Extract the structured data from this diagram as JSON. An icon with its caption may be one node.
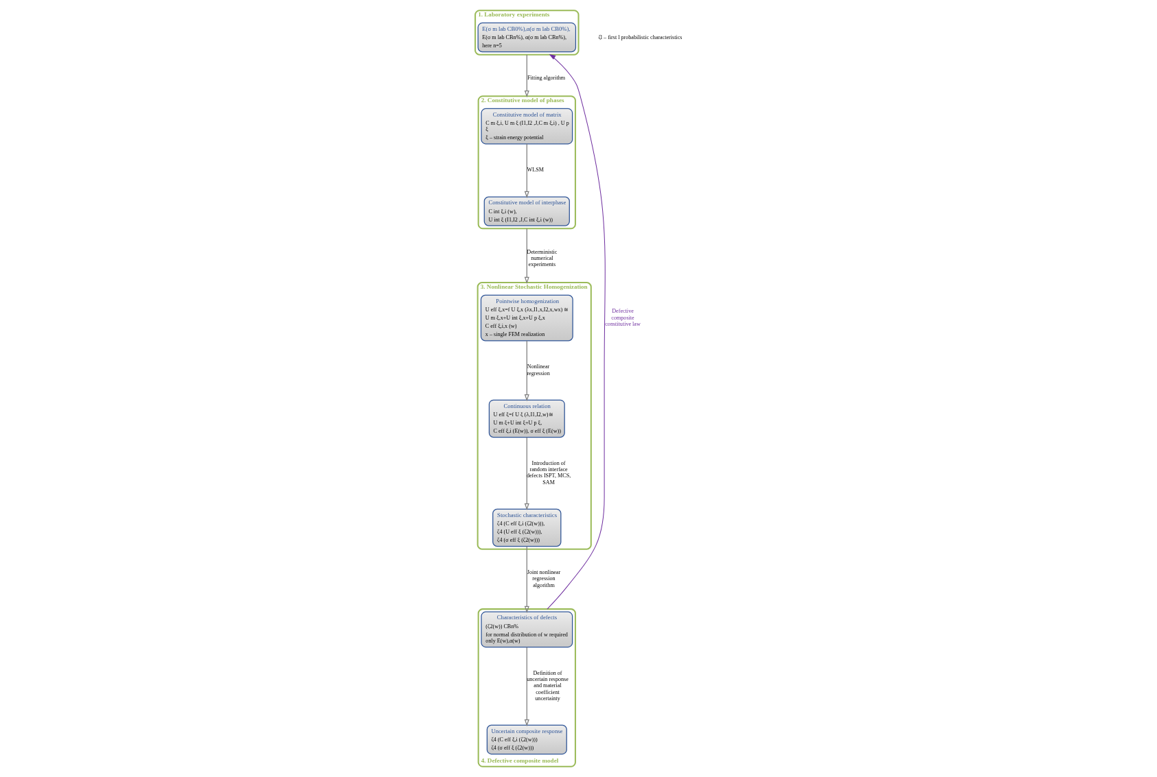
{
  "diagram": {
    "nodes": [
      {
        "text": [
          "1. Laboratory experiments"
        ]
      },
      {
        "text": [
          "E(σ m lab CB0%),α(σ m lab CB0%),",
          "E(σ m lab CBn%), α(σ m lab CBn%),",
          "here n=5"
        ],
        "in": 0
      },
      {
        "text": [
          "2. Constitutive model of phases"
        ]
      },
      {
        "text": [
          "Constitutive model of matrix",
          "C m ξ,i, U m ξ (I1,I2 ,J,C m ξ,i) , U p ξ",
          "ξ – strain energy potential"
        ],
        "in": 2
      },
      {
        "text": [
          "Constitutive model of interphase",
          "C int ξ,i (w),",
          "U int ξ (I1,I2 ,J,C int ξ,i (w))"
        ],
        "in": 2
      },
      {
        "text": [
          "3. Nonlinear Stochastic Homogenization"
        ]
      },
      {
        "text": [
          "Pointwise homogenization",
          "U eff ξ,x=f U ξ,x (λx,I1,x,I2,x,wx) ≅",
          "U m ξ,x+U int ξ,x+U p ξ,x",
          "C eff ξ,i,x (w)",
          "x – single FEM realization"
        ],
        "in": 5
      },
      {
        "text": [
          "Continuous relation",
          "U eff ξ=f U ξ (λ,I1,I2,w)≅",
          "U m ξ+U int ξ+U p ξ,",
          "C eff ξ,i (E(w)), σ eff ξ (E(w))"
        ],
        "in": 5
      },
      {
        "text": [
          "Stochastic characteristics",
          "ζ4 (C eff ξ,i (ζ2(w))),",
          "ζ4 (U eff ξ (ζ2(w))),",
          "ζ4 (σ eff ξ (ζ2(w)))"
        ],
        "in": 5
      },
      {
        "text": [
          "4. Defective composite model"
        ]
      },
      {
        "text": [
          "Uncertain composite response",
          "ζ4 (C eff ξ,i (ζ2(w)))",
          "ζ4 (σ eff ξ (ζ2(w)))"
        ],
        "in": 9
      },
      {
        "text": [
          "Characteristics of defects",
          "(ζ2(w)) CBn%",
          "for normal distribution of w required only E(w),α(w)"
        ],
        "in": 9
      }
    ],
    "edges": [
      {
        "from": 0,
        "to": 2,
        "arrow": "to",
        "label": "Fitting algorithm"
      },
      {
        "from": 3,
        "to": 4,
        "arrow": "to",
        "label": "WLSM"
      },
      {
        "from": 2,
        "to": 5,
        "arrow": "to",
        "label": "Deterministic numerical experiments"
      },
      {
        "from": 6,
        "to": 7,
        "arrow": "to",
        "label": "Nonlinear regression"
      },
      {
        "from": 7,
        "to": 8,
        "arrow": "to",
        "label": "Introduction of random interface defects ISPT, MCS, SAM"
      },
      {
        "from": 8,
        "to": 11,
        "arrow": "to",
        "label": "Joint nonlinear regression algorithm"
      },
      {
        "from": 11,
        "to": 10,
        "arrow": "to",
        "label": "Definition of uncertain response and material coefficient uncertainty"
      },
      {
        "from": 9,
        "to": 0,
        "arrow": "to",
        "label": "Defective composite constitutive law",
        "color": "#7030a0"
      }
    ],
    "labels": [
      "ζl – first l probabilistic characteristics"
    ]
  }
}
